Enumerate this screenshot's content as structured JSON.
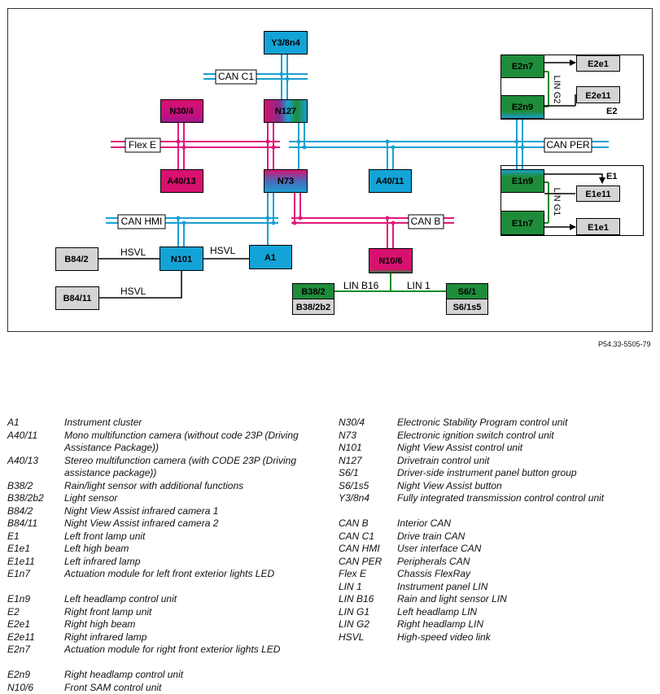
{
  "reference": "P54.33-5505-79",
  "colors": {
    "blue_bus": "#1aa0d2",
    "pink_bus": "#e0187a",
    "green_bus": "#1a8a2a",
    "blue_box": "#14a3d6",
    "pink_box": "#d8116f",
    "green_box": "#1e8c3a",
    "gray_box": "#d4d4d4"
  },
  "diagram": {
    "buses": {
      "can_c1": "CAN C1",
      "flex_e": "Flex E",
      "can_per": "CAN PER",
      "can_hmi": "CAN HMI",
      "can_b": "CAN B",
      "lin_b16": "LIN B16",
      "lin_1": "LIN 1",
      "lin_g1": "LIN G1",
      "lin_g2": "LIN G2",
      "hsvl_1": "HSVL",
      "hsvl_2": "HSVL",
      "hsvl_3": "HSVL"
    },
    "units": {
      "y3_8n4": "Y3/8n4",
      "n127": "N127",
      "n30_4": "N30/4",
      "a40_13": "A40/13",
      "n73": "N73",
      "a40_11": "A40/11",
      "n101": "N101",
      "a1": "A1",
      "b84_2": "B84/2",
      "b84_11": "B84/11",
      "n10_6": "N10/6",
      "b38_2": "B38/2",
      "b38_2b2": "B38/2b2",
      "s6_1": "S6/1",
      "s6_1s5": "S6/1s5",
      "e2n7": "E2n7",
      "e2n9": "E2n9",
      "e2e1": "E2e1",
      "e2e11": "E2e11",
      "e2": "E2",
      "e1n9": "E1n9",
      "e1n7": "E1n7",
      "e1e11": "E1e11",
      "e1e1": "E1e1",
      "e1": "E1"
    }
  },
  "legend_left": [
    {
      "code": "A1",
      "desc": "Instrument cluster"
    },
    {
      "code": "A40/11",
      "desc": "Mono multifunction camera (without code 23P (Driving Assistance Package))"
    },
    {
      "code": "A40/13",
      "desc": "Stereo multifunction camera (with CODE 23P (Driving assistance package))"
    },
    {
      "code": "B38/2",
      "desc": "Rain/light sensor with additional functions"
    },
    {
      "code": "B38/2b2",
      "desc": "Light sensor"
    },
    {
      "code": "B84/2",
      "desc": "Night View Assist infrared camera 1"
    },
    {
      "code": "B84/11",
      "desc": "Night View Assist infrared camera 2"
    },
    {
      "code": "E1",
      "desc": "Left front lamp unit"
    },
    {
      "code": "E1e1",
      "desc": "Left high beam"
    },
    {
      "code": "E1e11",
      "desc": "Left infrared lamp"
    },
    {
      "code": "E1n7",
      "desc": "Actuation module for left front exterior lights LED"
    },
    {
      "code": "E1n9",
      "desc": "Left headlamp control unit"
    },
    {
      "code": "E2",
      "desc": "Right front lamp unit"
    },
    {
      "code": "E2e1",
      "desc": "Right high beam"
    },
    {
      "code": "E2e11",
      "desc": "Right infrared lamp"
    },
    {
      "code": "E2n7",
      "desc": "Actuation module for right front exterior lights LED"
    },
    {
      "code": "E2n9",
      "desc": "Right headlamp control unit"
    },
    {
      "code": "N10/6",
      "desc": "Front SAM control unit"
    }
  ],
  "legend_right": [
    {
      "code": "N30/4",
      "desc": "Electronic Stability Program control unit"
    },
    {
      "code": "N73",
      "desc": "Electronic ignition switch control unit"
    },
    {
      "code": "N101",
      "desc": "Night View Assist control unit"
    },
    {
      "code": "N127",
      "desc": "Drivetrain control unit"
    },
    {
      "code": "S6/1",
      "desc": "Driver-side instrument panel button group"
    },
    {
      "code": "S6/1s5",
      "desc": "Night View Assist button"
    },
    {
      "code": "Y3/8n4",
      "desc": "Fully integrated transmission control control unit"
    },
    {
      "code": "CAN B",
      "desc": "Interior CAN"
    },
    {
      "code": "CAN C1",
      "desc": "Drive train CAN"
    },
    {
      "code": "CAN HMI",
      "desc": "User interface CAN"
    },
    {
      "code": "CAN PER",
      "desc": "Peripherals CAN"
    },
    {
      "code": "Flex E",
      "desc": "Chassis FlexRay"
    },
    {
      "code": "LIN 1",
      "desc": "Instrument panel LIN"
    },
    {
      "code": "LIN B16",
      "desc": "Rain and light sensor LIN"
    },
    {
      "code": "LIN G1",
      "desc": "Left headlamp LIN"
    },
    {
      "code": "LIN G2",
      "desc": "Right headlamp LIN"
    },
    {
      "code": "HSVL",
      "desc": "High-speed video link"
    }
  ]
}
